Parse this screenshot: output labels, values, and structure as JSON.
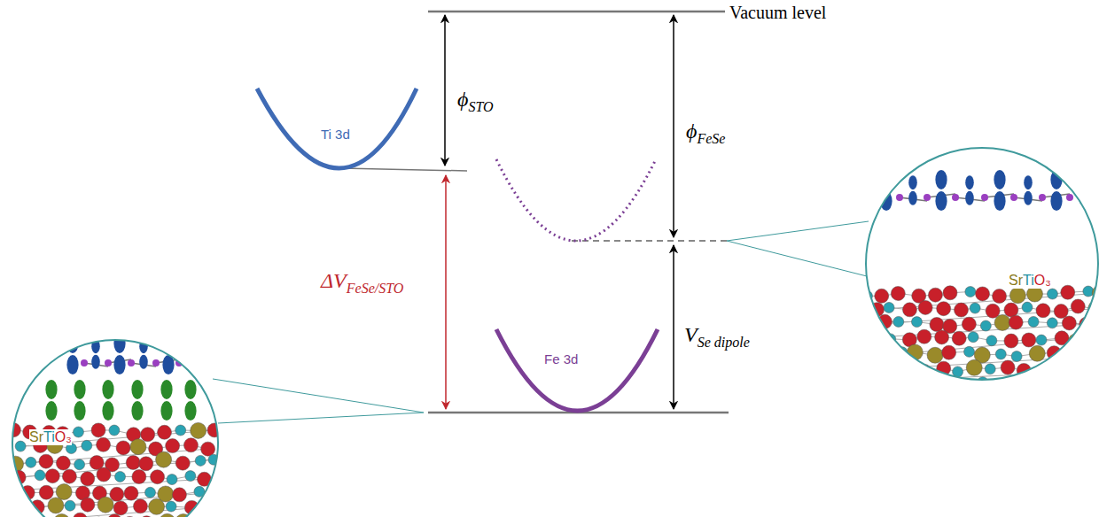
{
  "diagram": {
    "nodes": [
      {
        "text": [
          "SrTiO₃"
        ]
      },
      {
        "text": [
          "SrTiO₃"
        ]
      }
    ],
    "labels": [
      "Vacuum level",
      "ϕSTO",
      "Ti 3d",
      "ϕFeSe",
      "ΔVFeSe/STO",
      "VSe dipole",
      "Fe 3d"
    ]
  }
}
